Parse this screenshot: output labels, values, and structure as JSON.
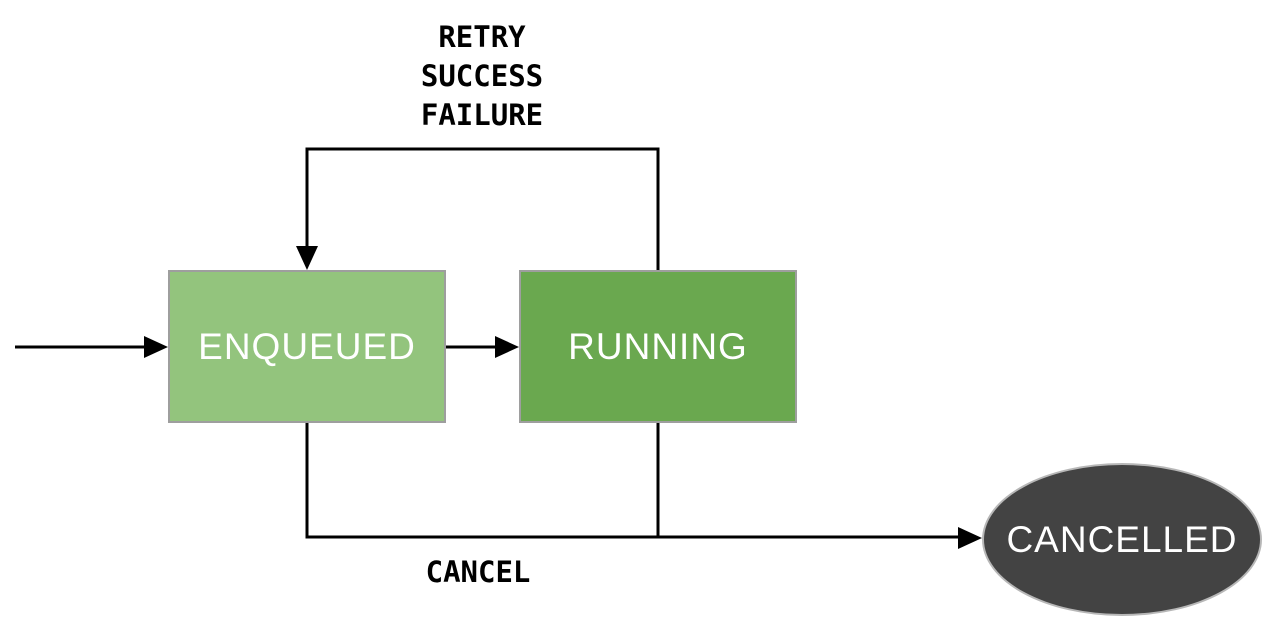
{
  "diagram": {
    "states": {
      "enqueued": {
        "label": "ENQUEUED",
        "fill": "#93c47d",
        "shape": "rectangle"
      },
      "running": {
        "label": "RUNNING",
        "fill": "#6aa84f",
        "shape": "rectangle"
      },
      "cancelled": {
        "label": "CANCELLED",
        "fill": "#434343",
        "shape": "ellipse"
      }
    },
    "transitions": {
      "start_to_enqueued": {
        "label": ""
      },
      "enqueued_to_running": {
        "label": ""
      },
      "running_to_enqueued": {
        "labels": [
          "RETRY",
          "SUCCESS",
          "FAILURE"
        ]
      },
      "to_cancelled": {
        "label": "CANCEL"
      }
    },
    "colors": {
      "background": "#ffffff",
      "connector": "#000000",
      "state_text": "#ffffff",
      "label_text": "#000000",
      "box_border": "#9e9e9e",
      "ellipse_border": "#b7b7b7"
    }
  }
}
